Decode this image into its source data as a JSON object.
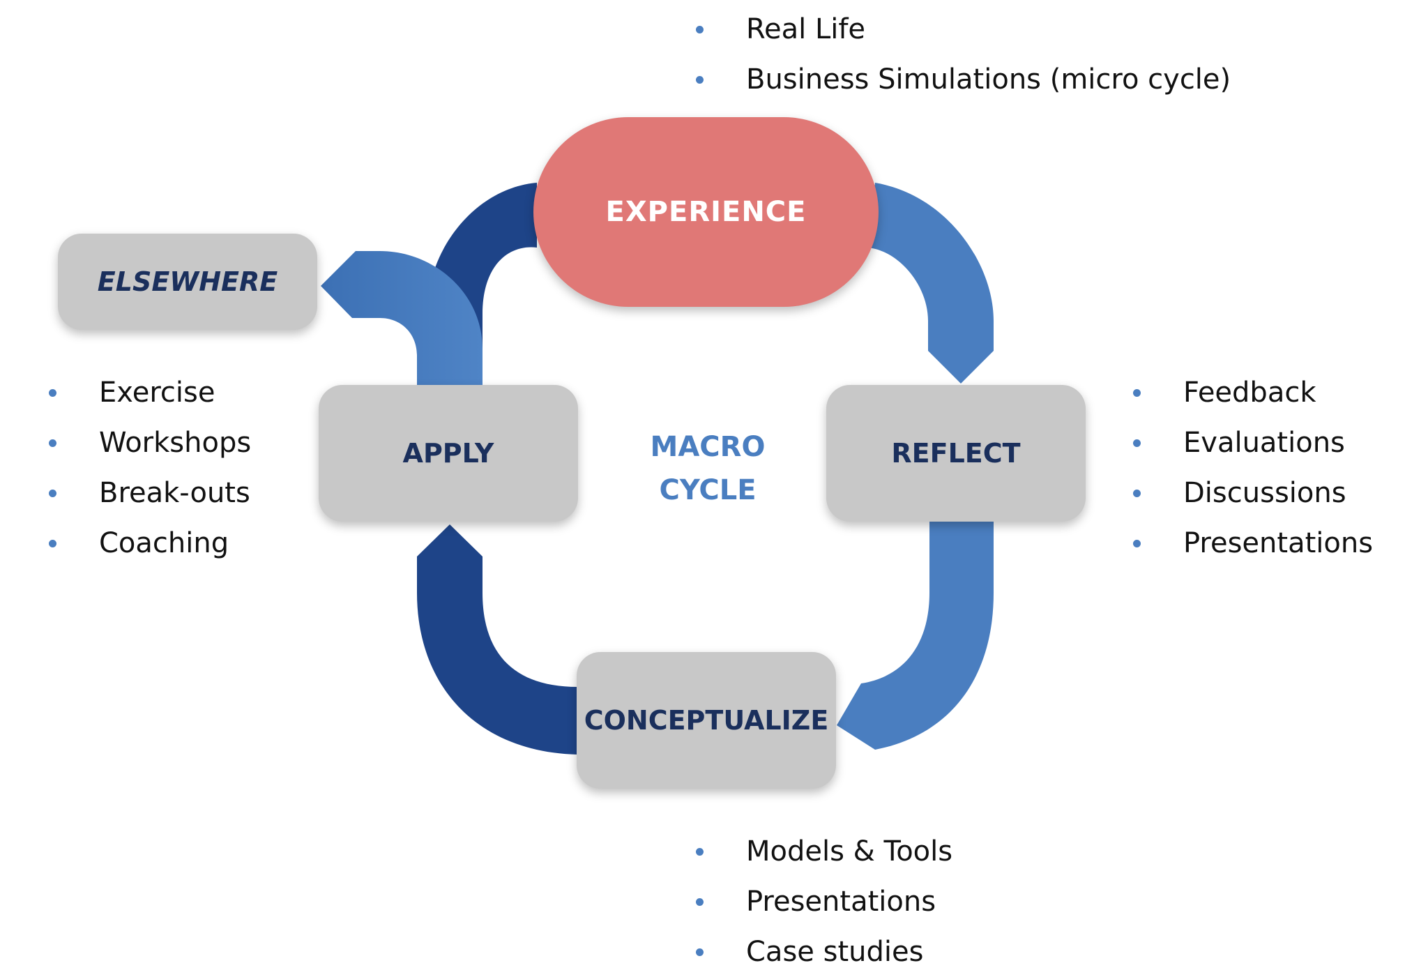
{
  "nodes": {
    "experience": "EXPERIENCE",
    "reflect": "REFLECT",
    "conceptualize": "CONCEPTUALIZE",
    "apply": "APPLY",
    "elsewhere": "ELSEWHERE"
  },
  "center": {
    "line1": "MACRO",
    "line2": "CYCLE"
  },
  "lists": {
    "experience": [
      "Real Life",
      "Business Simulations (micro cycle)"
    ],
    "reflect": [
      "Feedback",
      "Evaluations",
      "Discussions",
      "Presentations"
    ],
    "conceptualize": [
      "Models & Tools",
      "Presentations",
      "Case studies"
    ],
    "apply": [
      "Exercise",
      "Workshops",
      "Break-outs",
      "Coaching"
    ]
  },
  "colors": {
    "arrow_light": "#4a7ec0",
    "arrow_dark": "#1e4488",
    "box_fill": "#c8c8c8",
    "pill_fill": "#e07876",
    "label_dark": "#1a2f5c",
    "center_label": "#4a7ec0",
    "bullet": "#4a7ec0"
  }
}
